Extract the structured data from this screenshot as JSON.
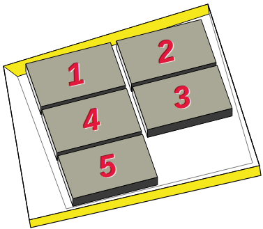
{
  "diagram": {
    "nodes": [
      {
        "text": [
          "1"
        ]
      },
      {
        "text": [
          "2"
        ]
      },
      {
        "text": [
          "4"
        ]
      },
      {
        "text": [
          "3"
        ]
      },
      {
        "text": [
          "5"
        ]
      }
    ]
  }
}
